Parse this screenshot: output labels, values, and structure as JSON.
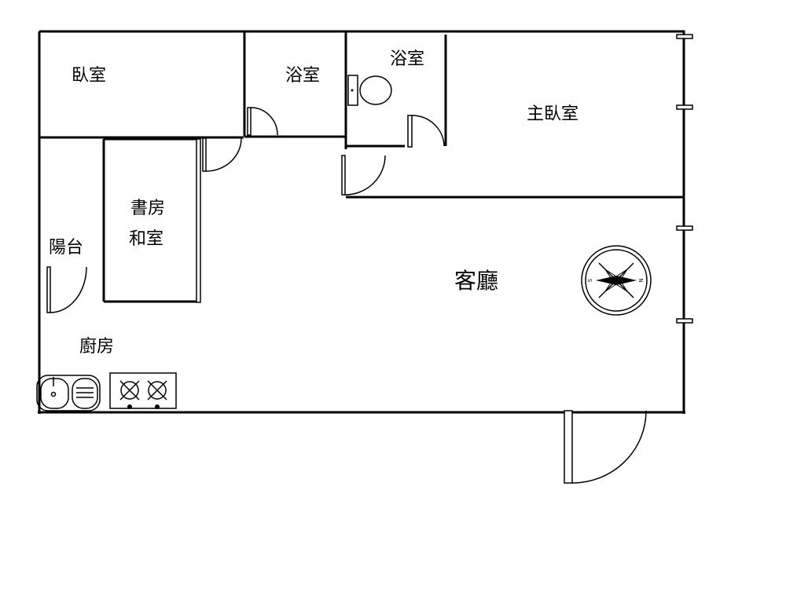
{
  "rooms": {
    "bedroom": "臥室",
    "bathroom_1": "浴室",
    "bathroom_2": "浴室",
    "master_bedroom": "主臥室",
    "study": "書房",
    "japanese_room": "和室",
    "balcony": "陽台",
    "living_room": "客廳",
    "kitchen": "廚房"
  },
  "compass": {
    "north": "N",
    "south": "S"
  },
  "colors": {
    "line": "#000000",
    "background": "#ffffff"
  }
}
